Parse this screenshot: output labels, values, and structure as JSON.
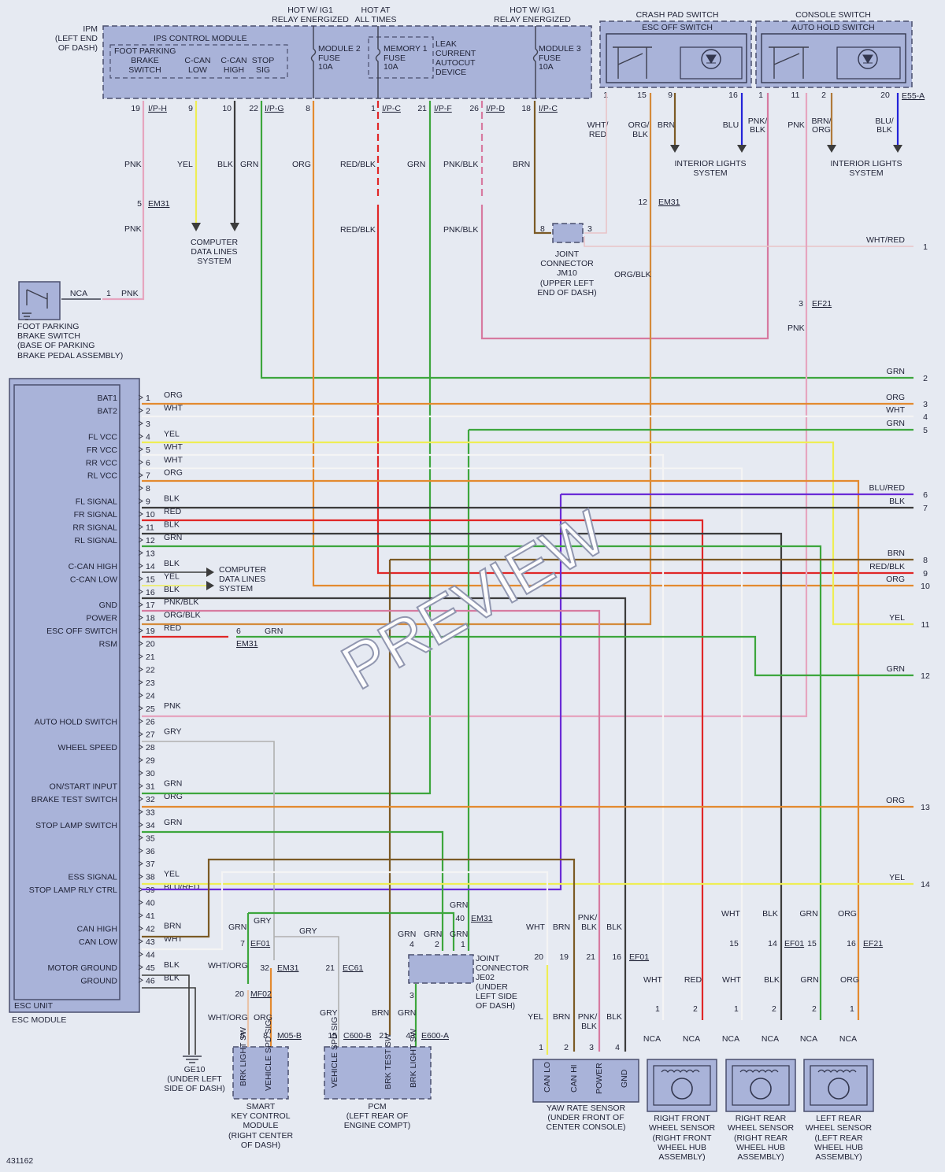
{
  "colors": {
    "PNK": "#e6a5bf",
    "YEL": "#eeee55",
    "BLK": "#3c3c3c",
    "GRN": "#3da63d",
    "ORG": "#e38a2f",
    "RED": "#e02727",
    "RED_BLK": "#e02727",
    "PNK_BLK": "#d77aa0",
    "BRN": "#7b5a25",
    "WHT": "#f4f4f4",
    "BLU": "#2323d9",
    "GRY": "#b0b0b0",
    "BLU_RED": "#6a2bd6",
    "ORG_BLK": "#d48a3a",
    "WHT_RED": "#e9c3c8"
  },
  "watermark": "PREVIEW",
  "figure_id": "431162",
  "ipm": {
    "name": "IPM",
    "location": "(LEFT END OF DASH)",
    "control": "IPS CONTROL MODULE",
    "sub": [
      {
        "l1": "FOOT PARKING",
        "l2": "BRAKE",
        "l3": "SWITCH"
      },
      {
        "l1": "C-CAN",
        "l2": "LOW"
      },
      {
        "l1": "C-CAN",
        "l2": "HIGH"
      },
      {
        "l1": "STOP",
        "l2": "SIG"
      }
    ],
    "module2": {
      "l1": "MODULE 2",
      "l2": "FUSE",
      "l3": "10A"
    },
    "memory1": {
      "l1": "MEMORY 1",
      "l2": "FUSE",
      "l3": "10A"
    },
    "leak": {
      "l1": "LEAK",
      "l2": "CURRENT",
      "l3": "AUTOCUT",
      "l4": "DEVICE"
    },
    "module3": {
      "l1": "MODULE 3",
      "l2": "FUSE",
      "l3": "10A"
    }
  },
  "hot": [
    {
      "l1": "HOT W/ IG1",
      "l2": "RELAY ENERGIZED"
    },
    {
      "l1": "HOT AT",
      "l2": "ALL TIMES"
    },
    {
      "l1": "HOT W/ IG1",
      "l2": "RELAY ENERGIZED"
    }
  ],
  "ipm_pins": [
    {
      "pin": "19",
      "conn": "I/P-H",
      "wire": "PNK"
    },
    {
      "pin": "9",
      "wire": "YEL"
    },
    {
      "pin": "10",
      "wire": "BLK"
    },
    {
      "pin": "22",
      "conn": "I/P-G",
      "wire": "GRN"
    },
    {
      "pin": "8",
      "wire": "ORG"
    },
    {
      "pin": "1",
      "conn": "I/P-C",
      "wire": "RED/BLK"
    },
    {
      "pin": "21",
      "conn": "I/P-F",
      "wire": "GRN"
    },
    {
      "pin": "26",
      "conn": "I/P-D",
      "wire": "PNK/BLK"
    },
    {
      "pin": "18",
      "conn": "I/P-C",
      "wire": "BRN"
    }
  ],
  "crash_pad": {
    "title": "CRASH PAD SWITCH",
    "sub": "ESC OFF SWITCH",
    "pins": [
      "1",
      "15",
      "9",
      "16"
    ],
    "wires": [
      "WHT/",
      "RED",
      "ORG/",
      "BLK",
      "BRN",
      "BLU"
    ]
  },
  "console": {
    "title": "CONSOLE SWITCH",
    "sub": "AUTO HOLD SWITCH",
    "pins": [
      "1",
      "11",
      "2",
      "20"
    ],
    "conn": "E55-A",
    "wires": [
      "PNK/",
      "BLK",
      "PNK",
      "BRN/",
      "ORG",
      "BLU/",
      "BLK"
    ]
  },
  "interior": {
    "l1": "INTERIOR LIGHTS",
    "l2": "SYSTEM"
  },
  "em31": "EM31",
  "ef21": "EF21",
  "ef01": "EF01",
  "ec61": "EC61",
  "mf02": "MF02",
  "computer_data": {
    "l1": "COMPUTER",
    "l2": "DATA LINES",
    "l3": "SYSTEM"
  },
  "jm10": {
    "l1": "JOINT",
    "l2": "CONNECTOR",
    "l3": "JM10",
    "l4": "(UPPER LEFT",
    "l5": "END OF DASH)",
    "p1": "8",
    "p2": "3"
  },
  "foot_switch": {
    "l1": "FOOT PARKING",
    "l2": "BRAKE SWITCH",
    "l3": "(BASE OF PARKING",
    "l4": "BRAKE PEDAL ASSEMBLY)",
    "nca": "NCA",
    "pin": "1",
    "wire": "PNK"
  },
  "esc": {
    "unit": "ESC UNIT",
    "module": "ESC MODULE",
    "pins": [
      {
        "n": "1",
        "label": "BAT1",
        "wire": "ORG"
      },
      {
        "n": "2",
        "label": "BAT2",
        "wire": "WHT"
      },
      {
        "n": "3",
        "label": "",
        "wire": ""
      },
      {
        "n": "4",
        "label": "FL VCC",
        "wire": "YEL"
      },
      {
        "n": "5",
        "label": "FR VCC",
        "wire": "WHT"
      },
      {
        "n": "6",
        "label": "RR VCC",
        "wire": "WHT"
      },
      {
        "n": "7",
        "label": "RL VCC",
        "wire": "ORG"
      },
      {
        "n": "8",
        "label": "",
        "wire": ""
      },
      {
        "n": "9",
        "label": "FL SIGNAL",
        "wire": "BLK"
      },
      {
        "n": "10",
        "label": "FR SIGNAL",
        "wire": "RED"
      },
      {
        "n": "11",
        "label": "RR SIGNAL",
        "wire": "BLK"
      },
      {
        "n": "12",
        "label": "RL SIGNAL",
        "wire": "GRN"
      },
      {
        "n": "13",
        "label": "",
        "wire": ""
      },
      {
        "n": "14",
        "label": "C-CAN HIGH",
        "wire": "BLK"
      },
      {
        "n": "15",
        "label": "C-CAN LOW",
        "wire": "YEL"
      },
      {
        "n": "16",
        "label": "",
        "wire": "BLK"
      },
      {
        "n": "17",
        "label": "GND",
        "wire": "PNK/BLK"
      },
      {
        "n": "18",
        "label": "POWER",
        "wire": "ORG/BLK"
      },
      {
        "n": "19",
        "label": "ESC OFF SWITCH",
        "wire": "RED"
      },
      {
        "n": "20",
        "label": "RSM",
        "wire": ""
      },
      {
        "n": "21",
        "label": "",
        "wire": ""
      },
      {
        "n": "22",
        "label": "",
        "wire": ""
      },
      {
        "n": "23",
        "label": "",
        "wire": ""
      },
      {
        "n": "24",
        "label": "",
        "wire": ""
      },
      {
        "n": "25",
        "label": "",
        "wire": "PNK"
      },
      {
        "n": "26",
        "label": "AUTO HOLD SWITCH",
        "wire": ""
      },
      {
        "n": "27",
        "label": "",
        "wire": "GRY"
      },
      {
        "n": "28",
        "label": "WHEEL SPEED",
        "wire": ""
      },
      {
        "n": "29",
        "label": "",
        "wire": ""
      },
      {
        "n": "30",
        "label": "",
        "wire": ""
      },
      {
        "n": "31",
        "label": "ON/START INPUT",
        "wire": "GRN"
      },
      {
        "n": "32",
        "label": "BRAKE TEST SWITCH",
        "wire": "ORG"
      },
      {
        "n": "33",
        "label": "",
        "wire": ""
      },
      {
        "n": "34",
        "label": "STOP LAMP SWITCH",
        "wire": "GRN"
      },
      {
        "n": "35",
        "label": "",
        "wire": ""
      },
      {
        "n": "36",
        "label": "",
        "wire": ""
      },
      {
        "n": "37",
        "label": "",
        "wire": ""
      },
      {
        "n": "38",
        "label": "ESS SIGNAL",
        "wire": "YEL"
      },
      {
        "n": "39",
        "label": "STOP LAMP RLY CTRL",
        "wire": "BLU/RED"
      },
      {
        "n": "40",
        "label": "",
        "wire": ""
      },
      {
        "n": "41",
        "label": "",
        "wire": ""
      },
      {
        "n": "42",
        "label": "CAN HIGH",
        "wire": "BRN"
      },
      {
        "n": "43",
        "label": "CAN LOW",
        "wire": "WHT"
      },
      {
        "n": "44",
        "label": "",
        "wire": ""
      },
      {
        "n": "45",
        "label": "MOTOR GROUND",
        "wire": "BLK"
      },
      {
        "n": "46",
        "label": "GROUND",
        "wire": "BLK"
      }
    ]
  },
  "rsm": {
    "pin": "6",
    "wire": "GRN",
    "conn": "EM31"
  },
  "right_edge": [
    {
      "n": "1",
      "wire": "WHT/RED"
    },
    {
      "n": "2",
      "wire": "GRN"
    },
    {
      "n": "3",
      "wire": "ORG"
    },
    {
      "n": "4",
      "wire": "WHT"
    },
    {
      "n": "5",
      "wire": "GRN"
    },
    {
      "n": "6",
      "wire": "BLU/RED"
    },
    {
      "n": "7",
      "wire": "BLK"
    },
    {
      "n": "8",
      "wire": "BRN"
    },
    {
      "n": "9",
      "wire": "RED/BLK"
    },
    {
      "n": "10",
      "wire": "ORG"
    },
    {
      "n": "11",
      "wire": "YEL"
    },
    {
      "n": "12",
      "wire": "GRN"
    },
    {
      "n": "13",
      "wire": "ORG"
    },
    {
      "n": "14",
      "wire": "YEL"
    }
  ],
  "ef21_pin": "3",
  "em31_pins": {
    "upper": "5",
    "right": "12"
  },
  "ge10": {
    "name": "GE10",
    "l1": "(UNDER LEFT",
    "l2": "SIDE OF DASH)"
  },
  "smart_key": {
    "l1": "SMART",
    "l2": "KEY CONTROL",
    "l3": "MODULE",
    "l4": "(RIGHT CENTER",
    "l5": "OF DASH)",
    "pins": [
      "5",
      "8"
    ],
    "conn": "M05-B",
    "pin_labels": [
      "BRK LIGHT SW",
      "VEHICLE SPD SIG"
    ]
  },
  "pcm": {
    "l1": "PCM",
    "l2": "(LEFT REAR OF",
    "l3": "ENGINE COMPT)",
    "pins": [
      "15",
      "21",
      "43"
    ],
    "conns": [
      "C600-B",
      "E600-A"
    ],
    "pin_labels": [
      "VEHICLE SPD SIG",
      "BRK TEST SW",
      "BRK LIGHT SW"
    ]
  },
  "je02": {
    "l1": "JOINT",
    "l2": "CONNECTOR",
    "l3": "JE02",
    "l4": "(UNDER",
    "l5": "LEFT SIDE",
    "l6": "OF DASH)",
    "pins": [
      "4",
      "2",
      "1",
      "3"
    ],
    "em31pin": "40"
  },
  "yaw": {
    "l1": "YAW RATE SENSOR",
    "l2": "(UNDER FRONT OF",
    "l3": "CENTER CONSOLE)",
    "pins": [
      "1",
      "2",
      "3",
      "4"
    ],
    "labels": [
      "CAN LO",
      "CAN HI",
      "POWER",
      "GND"
    ],
    "ef01_pins": [
      "20",
      "19",
      "21",
      "16"
    ],
    "wires_top": [
      "WHT",
      "BRN",
      "PNK/",
      "BLK",
      "BLK"
    ],
    "wires_bottom": [
      "YEL",
      "BRN",
      "PNK/",
      "BLK",
      "BLK"
    ]
  },
  "sensors": [
    {
      "l1": "RIGHT FRONT",
      "l2": "WHEEL SENSOR",
      "l3": "(RIGHT FRONT",
      "l4": "WHEEL HUB",
      "l5": "ASSEMBLY)",
      "wires": [
        "WHT",
        "RED"
      ],
      "pins": [
        "1",
        "2"
      ]
    },
    {
      "l1": "RIGHT REAR",
      "l2": "WHEEL SENSOR",
      "l3": "(RIGHT REAR",
      "l4": "WHEEL HUB",
      "l5": "ASSEMBLY)",
      "wires": [
        "WHT",
        "BLK"
      ],
      "pins": [
        "1",
        "2"
      ]
    },
    {
      "l1": "LEFT REAR",
      "l2": "WHEEL SENSOR",
      "l3": "(LEFT REAR",
      "l4": "WHEEL HUB",
      "l5": "ASSEMBLY)",
      "wires": [
        "GRN",
        "ORG"
      ],
      "pins": [
        "2",
        "1"
      ]
    }
  ],
  "ef_pins": {
    "ef01": [
      "15",
      "14",
      "15"
    ],
    "ef21": [
      "16"
    ]
  },
  "sensor_upper_wires": [
    "WHT",
    "BLK",
    "GRN",
    "ORG"
  ],
  "nca": "NCA",
  "misc": {
    "grn": "GRN",
    "gry": "GRY",
    "wht_org": "WHT/ORG",
    "org": "ORG",
    "gry2": "GRY",
    "brn": "BRN",
    "grn2": "GRN",
    "pin7": "7",
    "pin32": "32",
    "pin21": "21",
    "pin20": "20"
  }
}
